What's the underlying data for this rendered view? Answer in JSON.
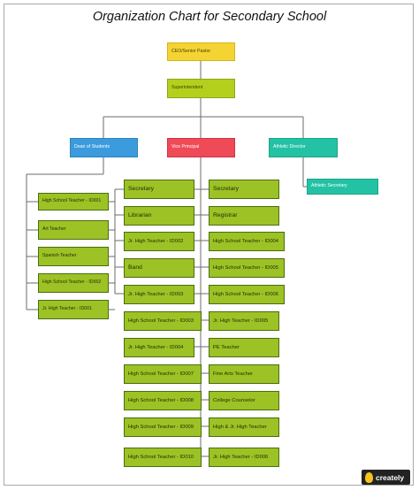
{
  "title": "Organization Chart for Secondary School",
  "colors": {
    "connector": "#6b6b6b",
    "executive": "#f4d433",
    "superintendent": "#b5cf1d",
    "dean": "#3b9bdd",
    "vice_principal": "#ef4a58",
    "athletic": "#23c2a4",
    "staff": "#9cc225"
  },
  "nodes": {
    "ceo": "CEO/Senior Pastor",
    "superintendent": "Superintendent",
    "dean": "Dean of Students",
    "vice_principal": "Vice Principal",
    "athletic_director": "Athletic Director",
    "athletic_secretary": "Athletic Secretary"
  },
  "dean_staff": [
    "High School Teacher - ID001",
    "Art Teacher",
    "Spanish Teacher",
    "High School Teacher - ID002",
    "Jr. High Teacher - ID001"
  ],
  "vp_left": [
    "Secretary",
    "Librarian",
    "Jr. High Teacher - ID002",
    "Band",
    "Jr. High Teacher - ID003",
    "High School Teacher - ID003",
    "Jr. High Teacher - ID004",
    "High School Teacher - ID007",
    "High School Teacher - ID008",
    "High School Teacher - ID009",
    "High School Teacher - ID010"
  ],
  "vp_right": [
    "Secretary",
    "Registrar",
    "High School Teacher - ID004",
    "High School Teacher - ID005",
    "High School Teacher - ID006",
    "Jr. High Teacher - ID005",
    "PE Teacher",
    "Fine Arts Teacher",
    "College Counselor",
    "High & Jr. High Teacher",
    "Jr. High Teacher - ID006"
  ],
  "logo": "creately"
}
